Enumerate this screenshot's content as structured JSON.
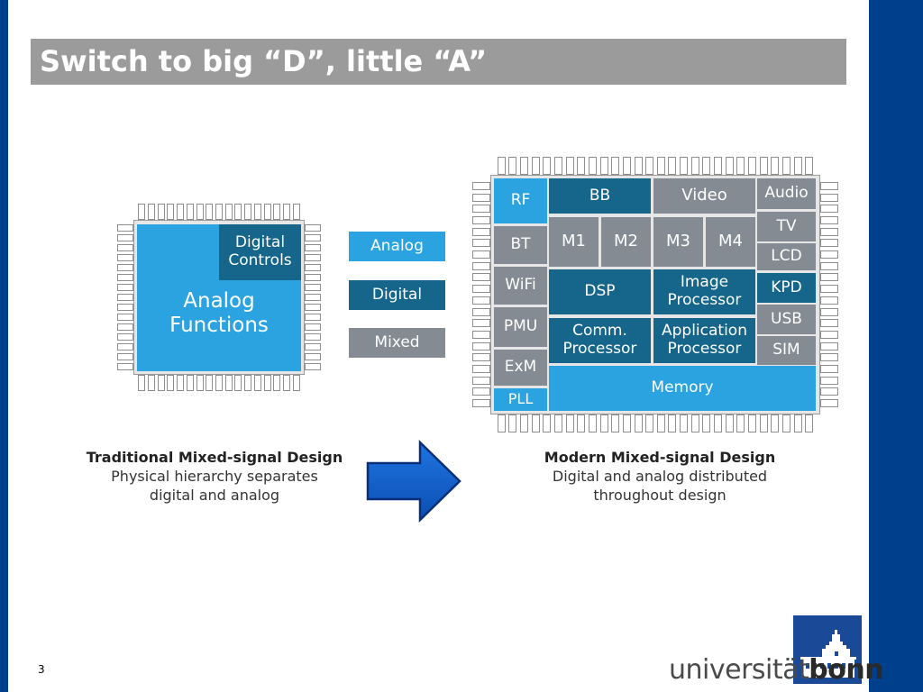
{
  "slide": {
    "title": "Switch to big “D”, little “A”",
    "page_number": "3"
  },
  "traditional": {
    "digital_controls": "Digital\nControls",
    "analog_functions": "Analog\nFunctions",
    "caption_title": "Traditional Mixed-signal Design",
    "caption_line1": "Physical hierarchy separates",
    "caption_line2": "digital and analog"
  },
  "legend": {
    "analog": "Analog",
    "digital": "Digital",
    "mixed": "Mixed"
  },
  "modern": {
    "rf": "RF",
    "bb": "BB",
    "video": "Video",
    "audio": "Audio",
    "tv": "TV",
    "bt": "BT",
    "m1": "M1",
    "m2": "M2",
    "m3": "M3",
    "m4": "M4",
    "lcd": "LCD",
    "wifi": "WiFi",
    "dsp": "DSP",
    "image_processor": "Image\nProcessor",
    "kpd": "KPD",
    "pmu": "PMU",
    "comm_processor": "Comm.\nProcessor",
    "application_processor": "Application\nProcessor",
    "usb": "USB",
    "sim": "SIM",
    "exm": "ExM",
    "pll": "PLL",
    "memory": "Memory",
    "caption_title": "Modern Mixed-signal Design",
    "caption_line1": "Digital and analog distributed",
    "caption_line2": "throughout design"
  },
  "logo": {
    "text_light": "universität",
    "text_bold": "bonn"
  },
  "colors": {
    "analog": "#2ba3e0",
    "digital": "#16668c",
    "mixed": "#848b92",
    "frame": "#003f8c",
    "arrow": "#0d5ec9",
    "title_bar": "#9b9b9b"
  }
}
